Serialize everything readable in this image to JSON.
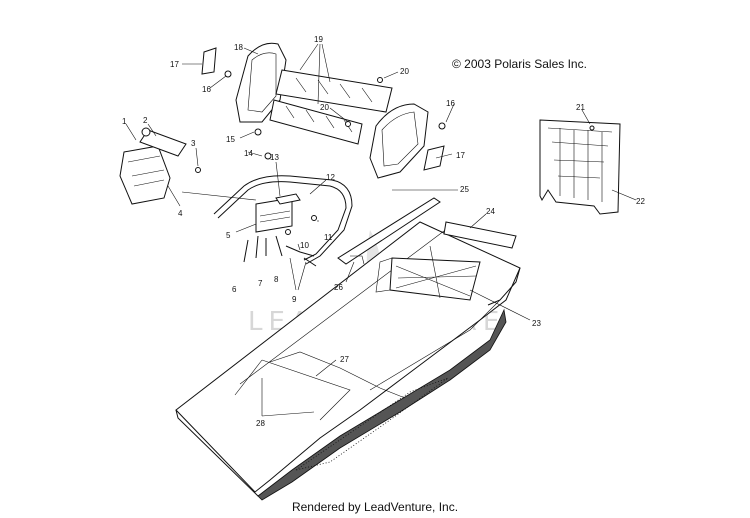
{
  "header": {
    "copyright": "© 2003 Polaris Sales Inc."
  },
  "watermark": {
    "text": "LEADVENTURE"
  },
  "footer": {
    "text": "Rendered by LeadVenture, Inc."
  },
  "callouts": [
    "1",
    "2",
    "3",
    "4",
    "5",
    "6",
    "7",
    "8",
    "9",
    "10",
    "11",
    "12",
    "13",
    "14",
    "15",
    "16",
    "16",
    "17",
    "17",
    "18",
    "19",
    "20",
    "20",
    "21",
    "22",
    "23",
    "24",
    "25",
    "26",
    "27",
    "28"
  ],
  "colors": {
    "ink": "#111111",
    "watermark": "#d7d7d7",
    "background": "#ffffff"
  }
}
